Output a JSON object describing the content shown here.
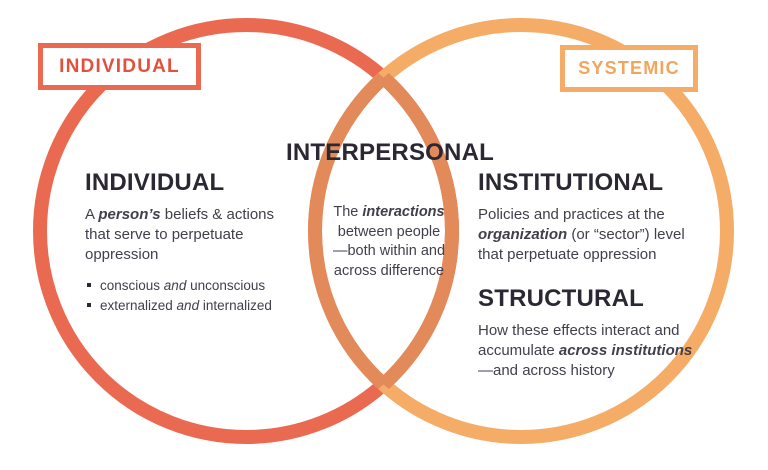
{
  "colors": {
    "ind": "#EA6A51",
    "sys": "#F4AC67",
    "mid": "#E28A5A",
    "ind_text": "#E4503E",
    "sys_text": "#F2A55C",
    "heading": "#2B2833",
    "body": "#413F4A"
  },
  "tags": {
    "individual": "INDIVIDUAL",
    "systemic": "SYSTEMIC"
  },
  "left_circle": {
    "heading": "INDIVIDUAL",
    "body": [
      {
        "t": "A "
      },
      {
        "t": "person’s",
        "b": true,
        "i": true
      },
      {
        "t": " beliefs & actions\nthat serve to perpetuate\noppression"
      }
    ],
    "bullets": [
      [
        {
          "t": "conscious "
        },
        {
          "t": "and",
          "i": true
        },
        {
          "t": " unconscious"
        }
      ],
      [
        {
          "t": "externalized "
        },
        {
          "t": "and",
          "i": true
        },
        {
          "t": " internalized"
        }
      ]
    ]
  },
  "overlap": {
    "heading": "INTERPERSONAL",
    "body": [
      {
        "t": "The "
      },
      {
        "t": "interactions",
        "b": true,
        "i": true
      },
      {
        "t": "\nbetween people\n—both within and\nacross difference"
      }
    ]
  },
  "right_circle": {
    "heading_institutional": "INSTITUTIONAL",
    "body_institutional": [
      {
        "t": "Policies and practices at the\n"
      },
      {
        "t": "organization",
        "b": true,
        "i": true
      },
      {
        "t": " (or “sector”) level\nthat perpetuate oppression"
      }
    ],
    "heading_structural": "STRUCTURAL",
    "body_structural": [
      {
        "t": "How these effects interact and\naccumulate "
      },
      {
        "t": "across institutions",
        "b": true,
        "i": true
      },
      {
        "t": "\n—and across history"
      }
    ]
  }
}
